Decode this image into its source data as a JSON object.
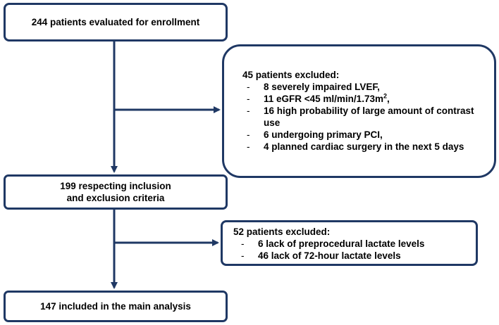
{
  "flow": {
    "enrollment": "244 patients evaluated for enrollment",
    "exclusion_1": {
      "title": "45 patients excluded:",
      "items": [
        {
          "text": "8 severely impaired LVEF,"
        },
        {
          "text": "11 eGFR <45 ml/min/1.73m",
          "sup": "2",
          "suffix": ","
        },
        {
          "text": "16 high probability of large amount of contrast use"
        },
        {
          "text": "6 undergoing primary PCI,"
        },
        {
          "text": "4 planned cardiac surgery in the next 5 days"
        }
      ]
    },
    "included": {
      "line1": "199 respecting inclusion",
      "line2": "and exclusion criteria"
    },
    "exclusion_2": {
      "title": "52 patients excluded:",
      "items": [
        {
          "text": "6 lack of preprocedural lactate levels"
        },
        {
          "text": "46 lack of 72-hour lactate levels"
        }
      ]
    },
    "analysis": "147 included in the main analysis",
    "colors": {
      "border": "#1f3864",
      "arrow": "#1f3864",
      "text": "#000000"
    }
  }
}
